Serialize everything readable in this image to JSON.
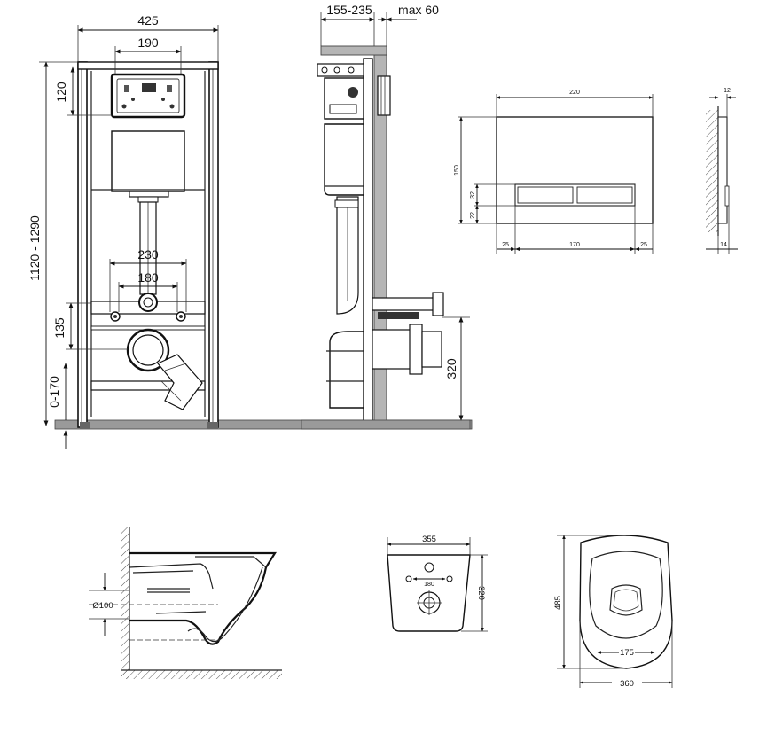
{
  "front_view": {
    "width_label": "425",
    "button_width_label": "190",
    "button_height_label": "120",
    "total_height_label": "1120 - 1290",
    "bolt_outer_label": "230",
    "bolt_inner_label": "180",
    "bolt_height_label": "135",
    "leg_adjust_label": "0-170"
  },
  "side_view": {
    "depth_label": "155-235",
    "max_label": "max 60",
    "outlet_height_label": "320"
  },
  "flush_plate": {
    "width_label": "220",
    "height_label": "150",
    "button_height_label": "32",
    "bottom_offset_label": "22",
    "left_margin_label": "25",
    "button_width_label": "170",
    "right_margin_label": "25",
    "thickness_label": "12",
    "depth_label": "14"
  },
  "bowl_side": {
    "pipe_diameter_label": "Ø100"
  },
  "bowl_back": {
    "width_label": "355",
    "spacing_label": "180",
    "height_label": "320"
  },
  "bowl_top": {
    "length_label": "485",
    "inner_width_label": "175",
    "width_label": "360"
  }
}
